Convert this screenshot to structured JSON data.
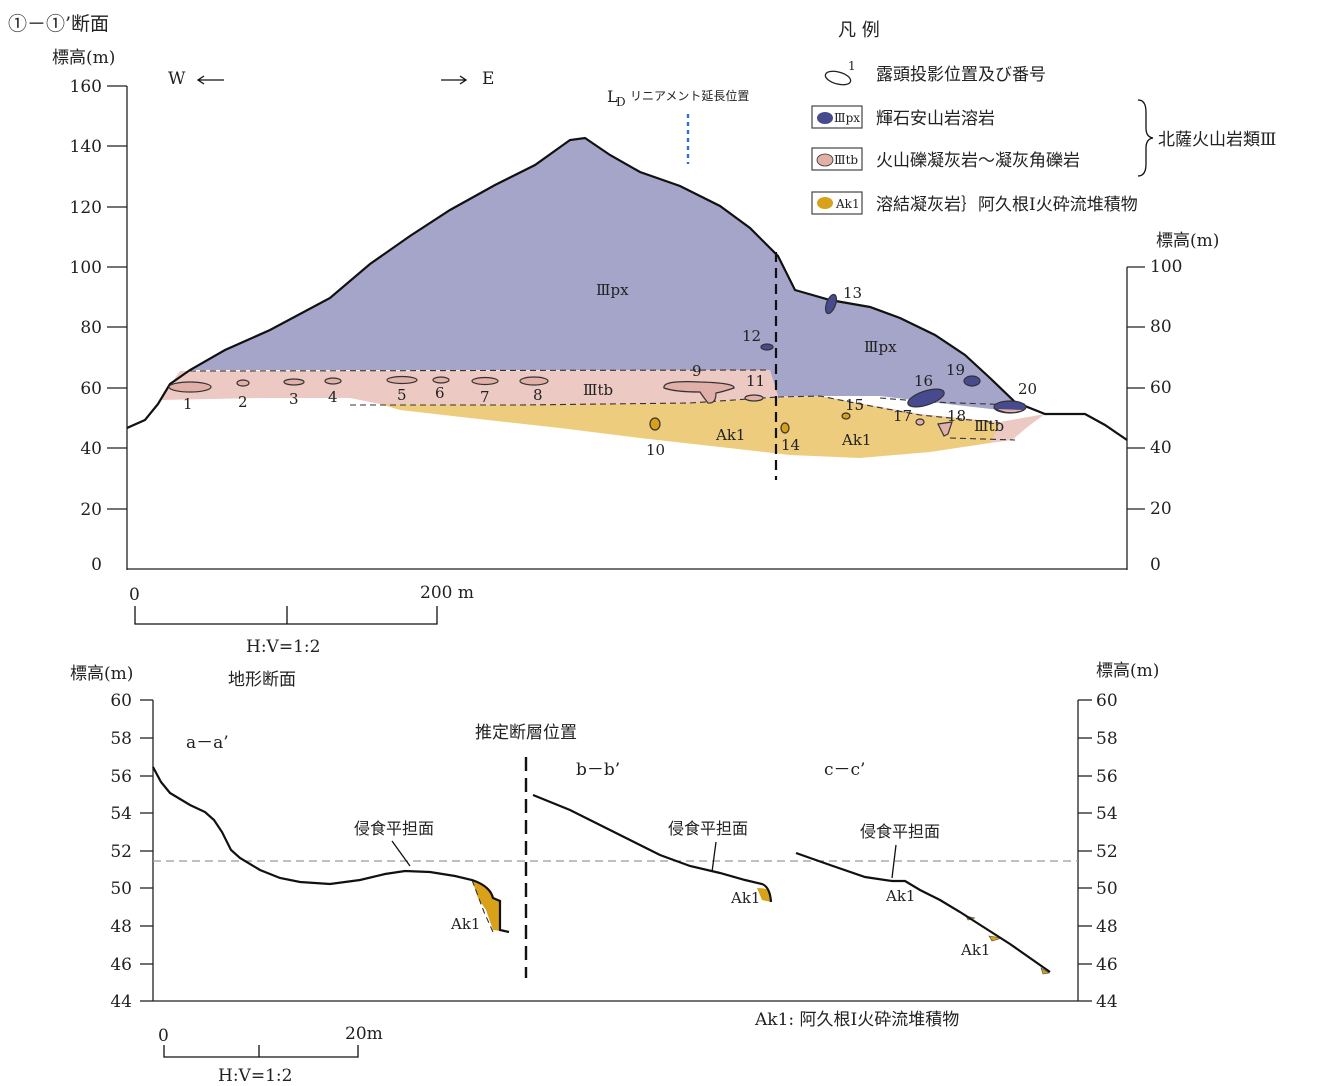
{
  "colors": {
    "px": "#a5a4c9",
    "tb": "#ecc9c2",
    "ak1": "#edcc7d",
    "ak1_outcrop": "#d9a11a",
    "px_outcrop": "#474a8e",
    "tb_outcrop": "#e1b0a8",
    "lineament": "#2a72c9"
  },
  "upper": {
    "title": "①－①’断面",
    "ylabel_left": "標高(m)",
    "ylabel_right": "標高(m)",
    "left_ticks": [
      "160",
      "140",
      "120",
      "100",
      "80",
      "60",
      "40",
      "20",
      "0"
    ],
    "right_ticks": [
      "100",
      "80",
      "60",
      "40",
      "20",
      "0"
    ],
    "west": "W",
    "east": "E",
    "lineament_prefix": "L",
    "lineament_sub": "D",
    "lineament_text": "リニアメント延長位置",
    "unit_px": "Ⅲpx",
    "unit_tb": "Ⅲtb",
    "unit_ak1": "Ak1",
    "outcrops": [
      "1",
      "2",
      "3",
      "4",
      "5",
      "6",
      "7",
      "8",
      "9",
      "10",
      "11",
      "12",
      "13",
      "14",
      "15",
      "16",
      "17",
      "18",
      "19",
      "20"
    ],
    "scale": {
      "zero": "0",
      "end": "200 m",
      "ratio": "H:V=1:2"
    }
  },
  "legend": {
    "title": "凡 例",
    "outcrop_num": "1",
    "outcrop": "露頭投影位置及び番号",
    "px_code": "Ⅲpx",
    "px": "輝石安山岩溶岩",
    "tb_code": "Ⅲtb",
    "tb": "火山礫凝灰岩～凝灰角礫岩",
    "group": "北薩火山岩類Ⅲ",
    "ak1_code": "Ak1",
    "ak1": "溶結凝灰岩｝阿久根Ⅰ火砕流堆積物"
  },
  "lower": {
    "topo": "地形断面",
    "ylabel_left": "標高(m)",
    "ylabel_right": "標高(m)",
    "ticks": [
      "60",
      "58",
      "56",
      "54",
      "52",
      "50",
      "48",
      "46",
      "44"
    ],
    "fault": "推定断層位置",
    "sec_a": "a－a’",
    "sec_b": "b－b’",
    "sec_c": "c－c’",
    "erosion": "侵食平担面",
    "ak1": "Ak1",
    "note": "Ak1: 阿久根Ⅰ火砕流堆積物",
    "scale": {
      "zero": "0",
      "end": "20m",
      "ratio": "H:V=1:2"
    }
  }
}
